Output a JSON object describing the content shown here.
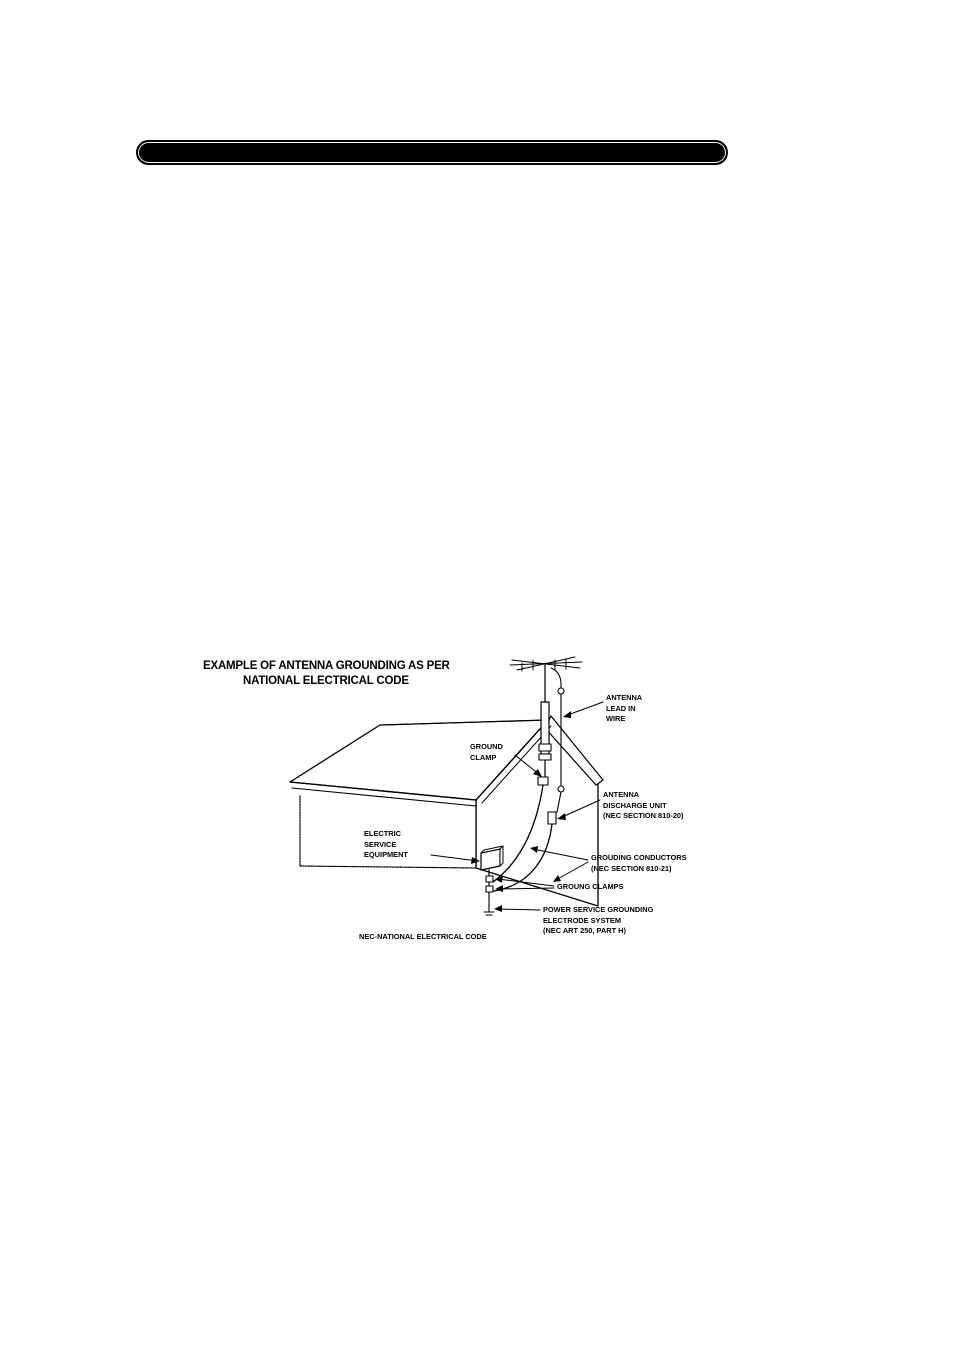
{
  "header_bar": {
    "color": "#000000"
  },
  "figure": {
    "title_lines": [
      "EXAMPLE OF ANTENNA GROUNDING AS PER",
      "NATIONAL ELECTRICAL CODE"
    ],
    "labels": {
      "antenna_lead_in_wire": [
        "ANTENNA",
        "LEAD IN",
        "WIRE"
      ],
      "ground_clamp": [
        "GROUND",
        "CLAMP"
      ],
      "antenna_discharge_unit": [
        "ANTENNA",
        "DISCHARGE UNIT",
        "(NEC SECTION 810-20)"
      ],
      "electric_service_equipment": [
        "ELECTRIC",
        "SERVICE",
        "EQUIPMENT"
      ],
      "grounding_conductors": [
        "GROUDING CONDUCTORS",
        "(NEC SECTION 810-21)"
      ],
      "ground_clamps": [
        "GROUNG CLAMPS"
      ],
      "power_service_grounding": [
        "POWER SERVICE GROUNDING",
        "ELECTRODE SYSTEM",
        "(NEC ART 250, PART H)"
      ]
    },
    "footer_note": "NEC-NATIONAL ELECTRICAL CODE"
  }
}
